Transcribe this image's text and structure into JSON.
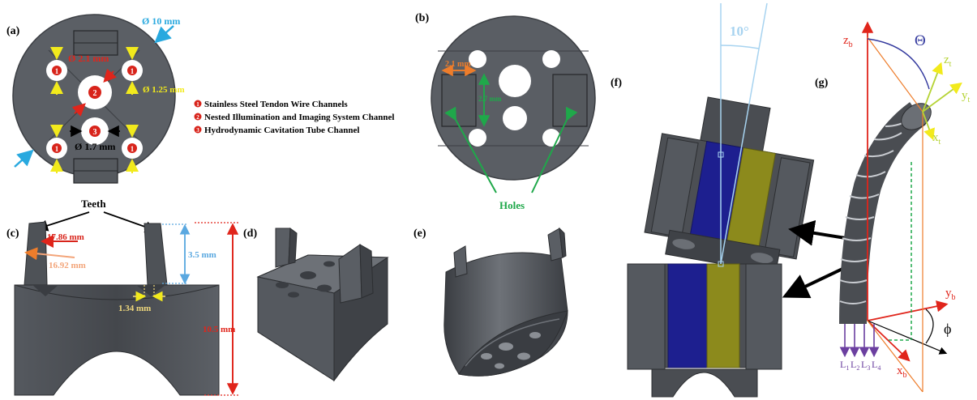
{
  "panels": {
    "a": "(a)",
    "b": "(b)",
    "c": "(c)",
    "d": "(d)",
    "e": "(e)",
    "f": "(f)",
    "g": "(g)"
  },
  "panel_a": {
    "outer_dia": "Ø 10 mm",
    "center_dia": "Ø 2.1 mm",
    "wire_dia": "Ø 1.25 mm",
    "tube_dia": "Ø 1.7 mm",
    "markers": [
      "1",
      "2",
      "3"
    ],
    "legend": [
      "Stainless Steel Tendon Wire Channels",
      "Nested Illumination and Imaging System Channel",
      "Hydrodynamic Cavitation Tube Channel"
    ]
  },
  "panel_b": {
    "width_dim": "2.1 mm",
    "height_dim": "2.7 mm",
    "holes_label": "Holes"
  },
  "panel_c": {
    "teeth_label": "Teeth",
    "dim_17_86": "17.86 mm",
    "dim_16_92": "16.92 mm",
    "dim_3_5": "3.5 mm",
    "dim_1_34": "1.34 mm",
    "dim_10_5": "10.5 mm"
  },
  "panel_f": {
    "angle": "10°"
  },
  "panel_g": {
    "zb": "z",
    "zb_sub": "b",
    "zt": "z",
    "zt_sub": "t",
    "yt": "y",
    "yt_sub": "t",
    "xt": "x",
    "xt_sub": "t",
    "yb": "y",
    "yb_sub": "b",
    "xb": "x",
    "xb_sub": "b",
    "theta": "Θ",
    "phi": "ϕ",
    "L": [
      "L",
      "L",
      "L",
      "L"
    ],
    "L_sub": [
      "1",
      "2",
      "3",
      "4"
    ]
  },
  "colors": {
    "steel_dark": "#3f4247",
    "steel_mid": "#5a5e64",
    "steel_light": "#7b7f86",
    "blue_channel": "#1d1f8f",
    "yellow_channel": "#8c8a1c",
    "red": "#e0251b",
    "cyan": "#29a9df",
    "yellow": "#f2ea1c",
    "green": "#1fa84a",
    "orange": "#ee7d2b",
    "purple": "#6b3fa0"
  }
}
